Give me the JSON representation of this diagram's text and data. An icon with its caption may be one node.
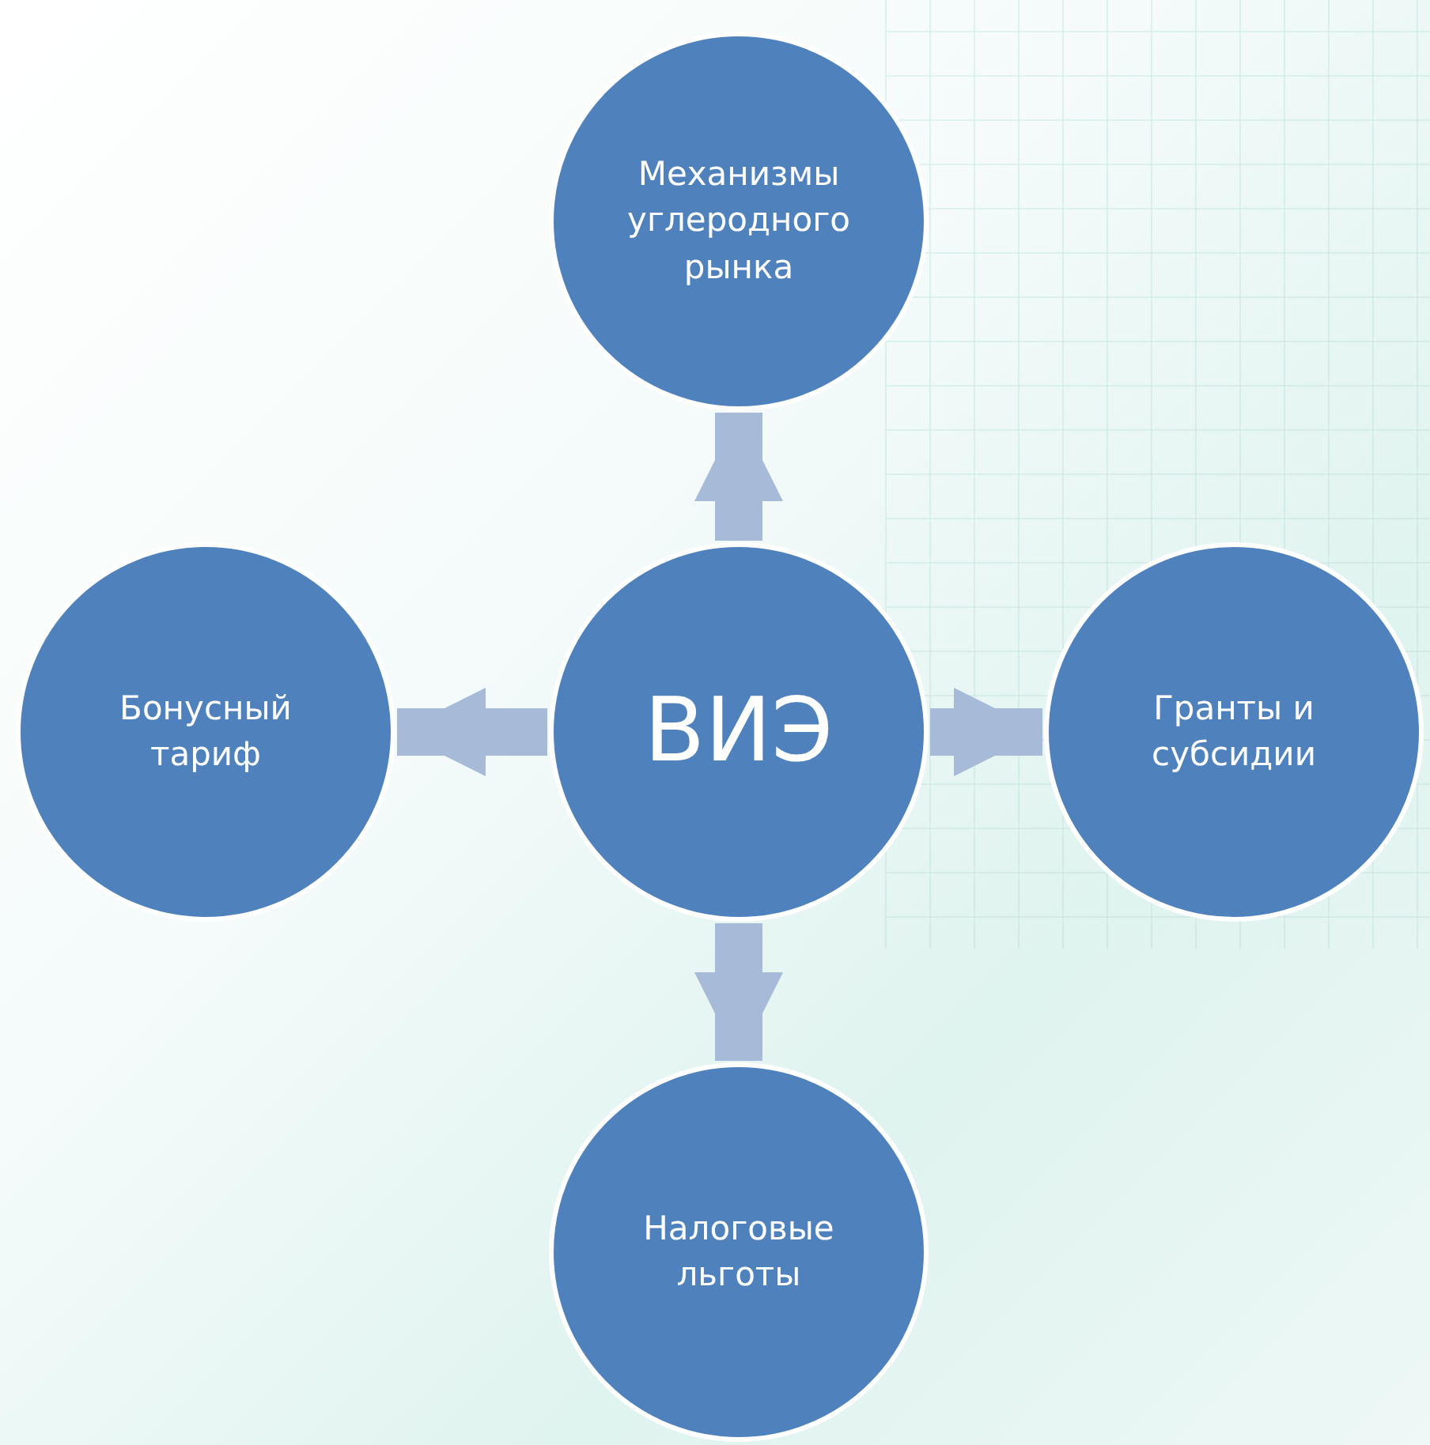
{
  "diagram": {
    "nodes": [
      {
        "text": [
          "Механизмы углеродного рынка"
        ]
      },
      {
        "text": [
          "Бонусный тариф"
        ]
      },
      {
        "text": [
          "ВИЭ"
        ]
      },
      {
        "text": [
          "Гранты и субсидии"
        ]
      },
      {
        "text": [
          "Налоговые льготы"
        ]
      }
    ],
    "edges": [
      {
        "from": 2,
        "to": 0,
        "arrow": "to"
      },
      {
        "from": 2,
        "to": 1,
        "arrow": "to"
      },
      {
        "from": 2,
        "to": 3,
        "arrow": "to"
      },
      {
        "from": 2,
        "to": 4,
        "arrow": "to"
      }
    ]
  }
}
